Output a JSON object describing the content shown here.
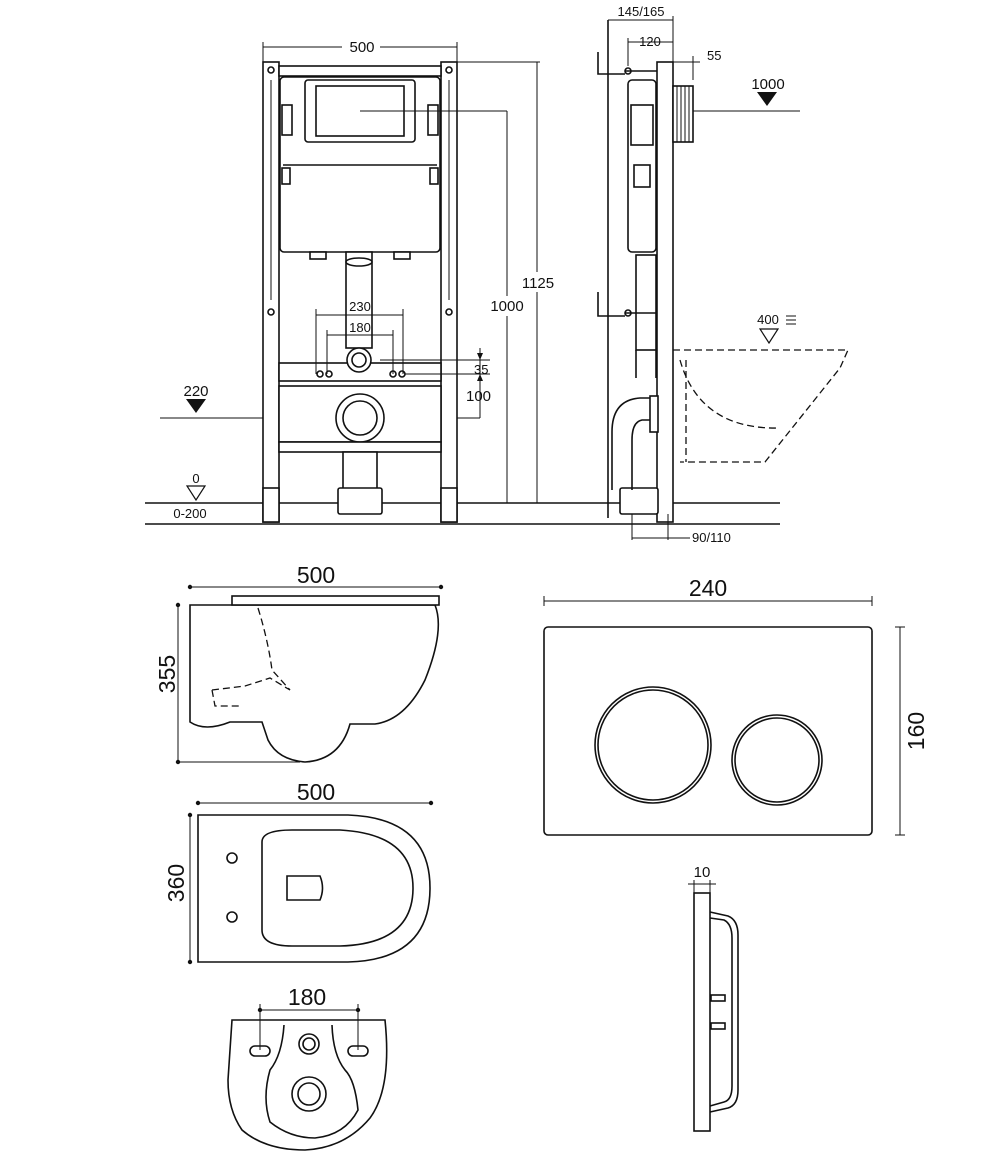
{
  "frame_front": {
    "width": "500",
    "height_total": "1125",
    "height_outlet": "1000",
    "dim_230": "230",
    "dim_180": "180",
    "dim_35": "35",
    "dim_100": "100",
    "level_220": "220",
    "level_0": "0",
    "level_0_200": "0-200"
  },
  "frame_side": {
    "depth": "145/165",
    "dim_120": "120",
    "dim_55": "55",
    "level_1000": "1000",
    "level_400": "400",
    "pipe": "90/110"
  },
  "bowl_side": {
    "width": "500",
    "height": "355"
  },
  "bowl_top": {
    "length": "500",
    "width": "360"
  },
  "bowl_back": {
    "bolt_spacing": "180"
  },
  "flush_plate_front": {
    "width": "240",
    "height": "160"
  },
  "flush_plate_side": {
    "thickness": "10"
  }
}
